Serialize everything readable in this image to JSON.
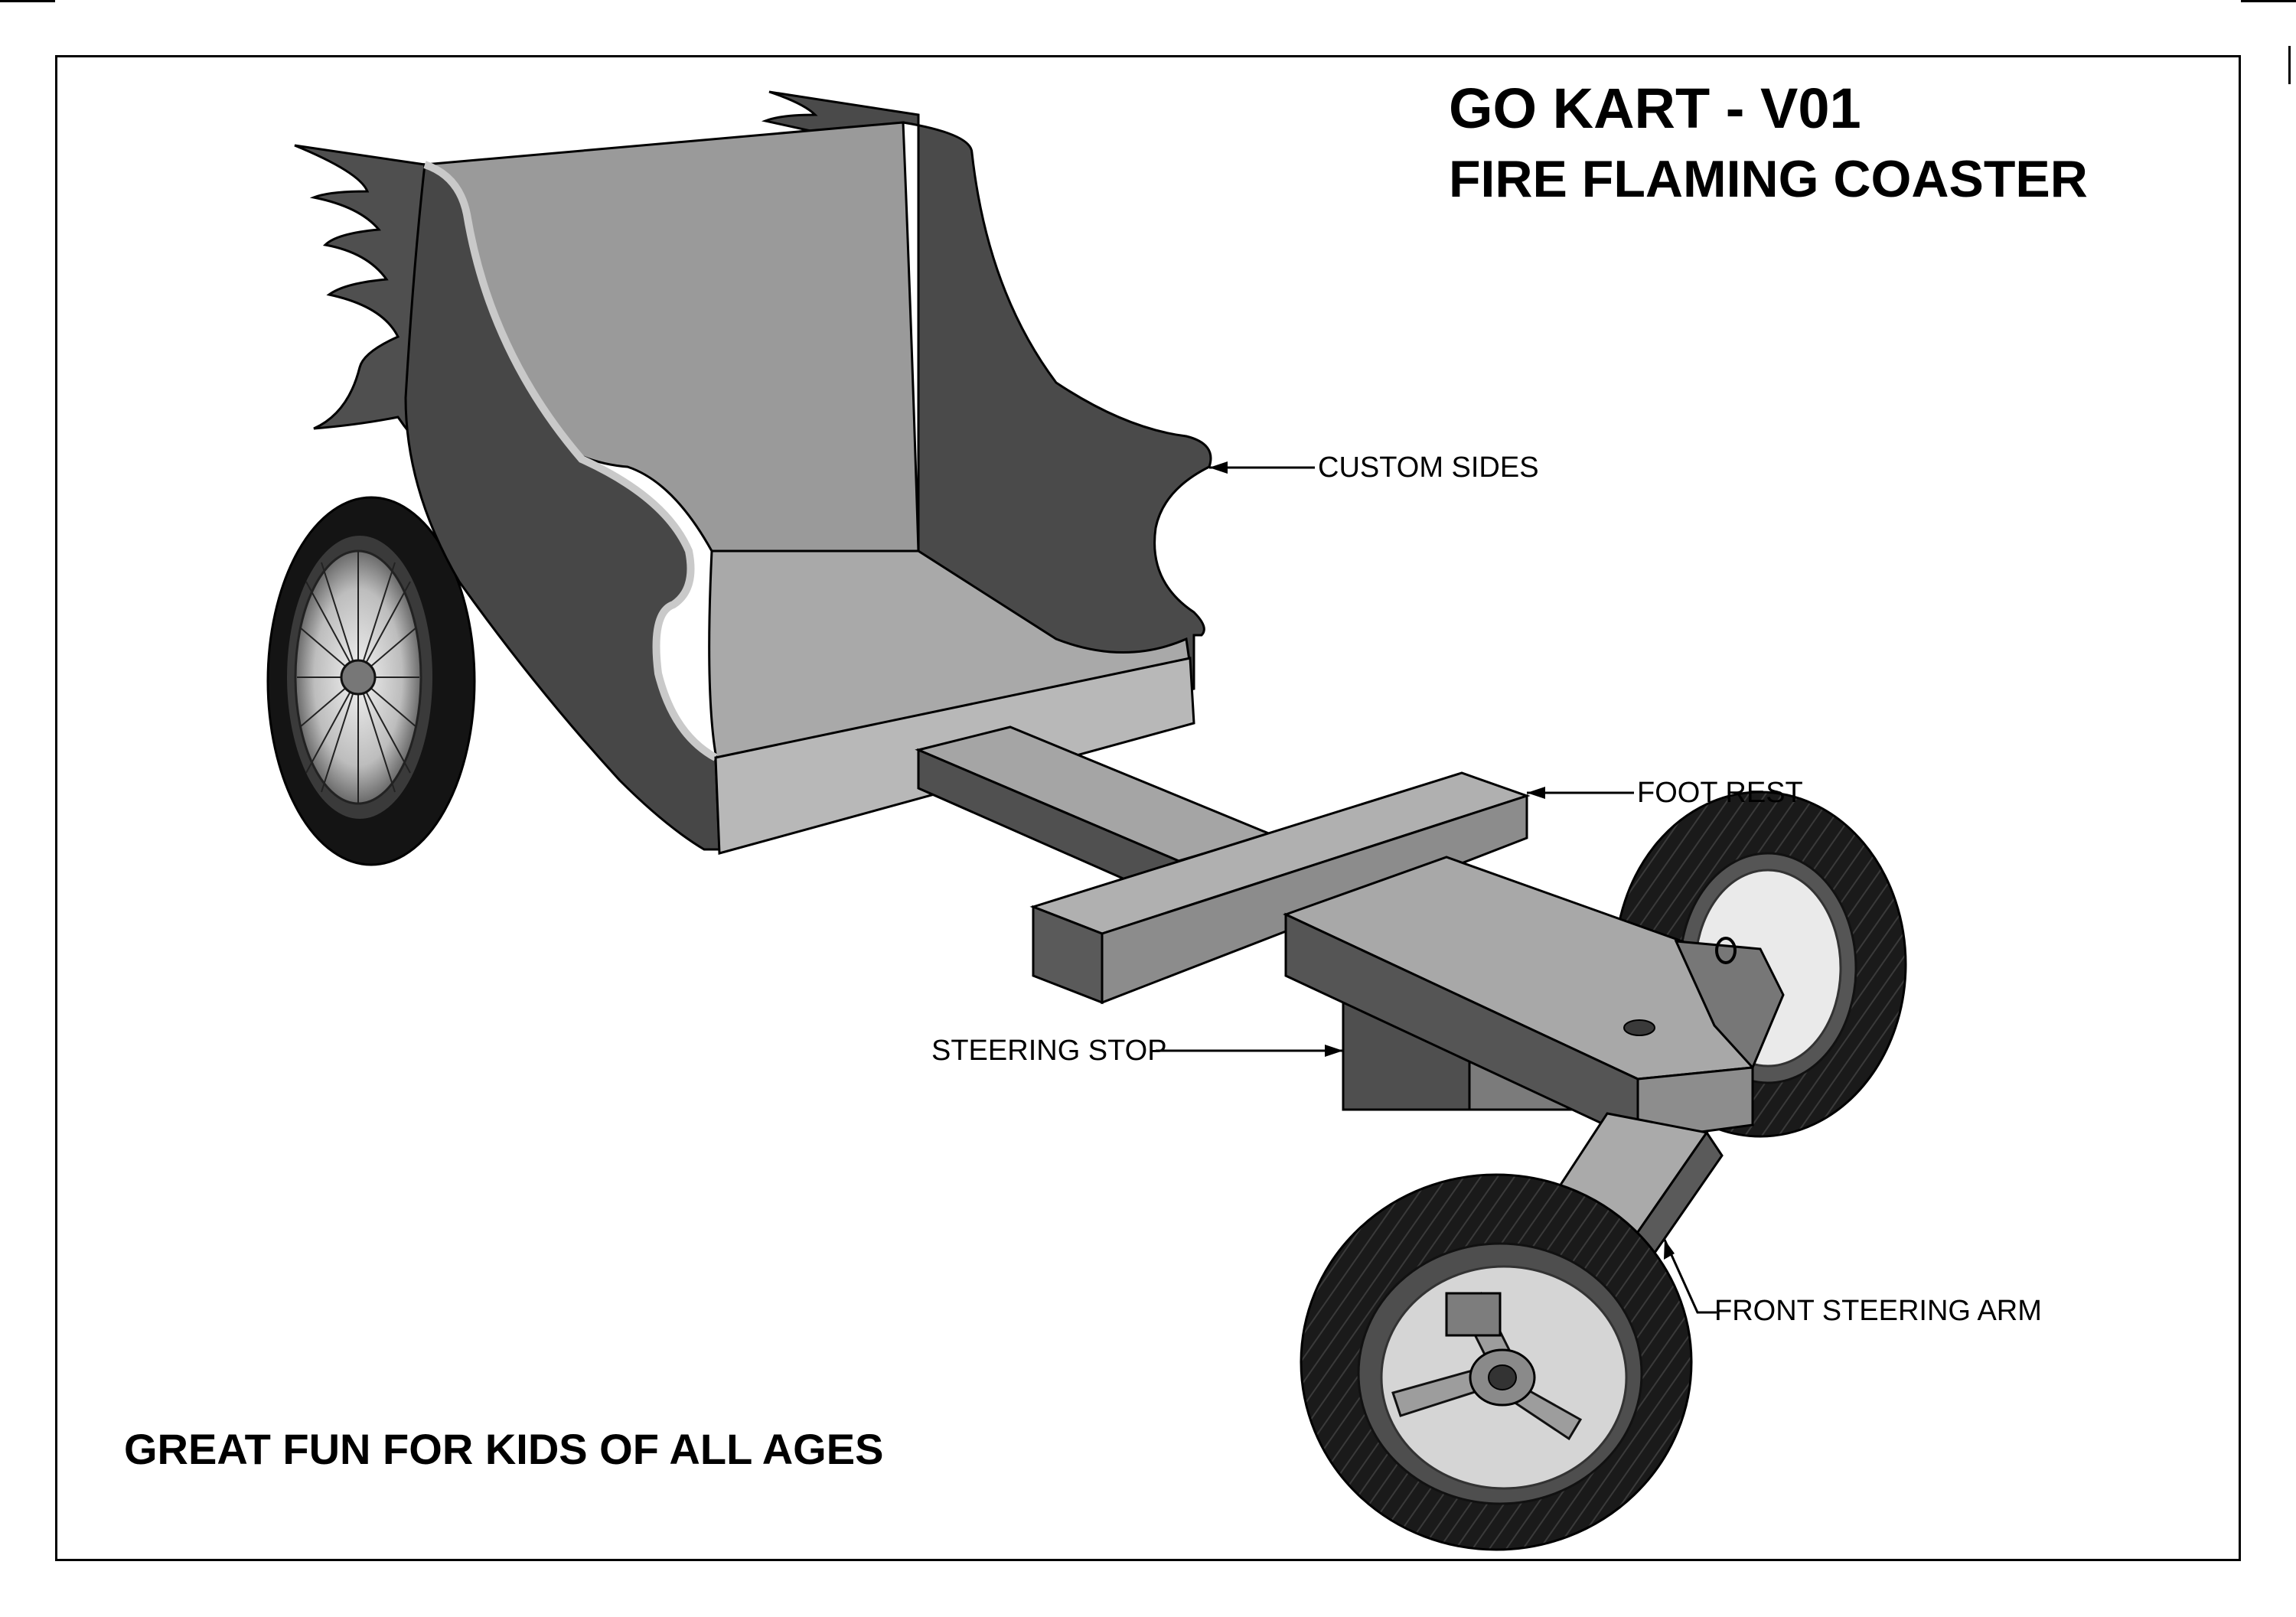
{
  "drawing": {
    "title": "GO KART - V01",
    "subtitle": "FIRE FLAMING COASTER",
    "tagline": "GREAT FUN FOR KIDS OF ALL AGES"
  },
  "callouts": {
    "custom_sides": "CUSTOM SIDES",
    "foot_rest": "FOOT REST",
    "steering_stop": "STEERING STOP",
    "front_steering_arm": "FRONT STEERING ARM"
  },
  "colors": {
    "dark_panel": "#4d4d4d",
    "mid_panel": "#8a8a8a",
    "light_panel": "#b5b5b5",
    "tire": "#141414",
    "frame_line": "#000000"
  }
}
